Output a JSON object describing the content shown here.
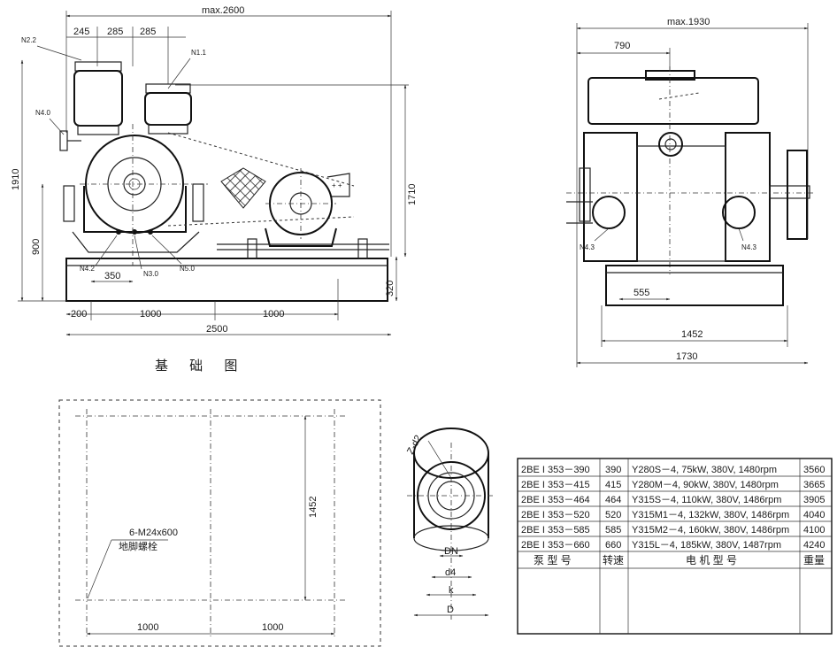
{
  "left_view": {
    "dim_overall_top": "max.2600",
    "dims_top": [
      "245",
      "285",
      "285"
    ],
    "dim_left_height": "1910",
    "dim_left_lower": "900",
    "dim_right_height": "1710",
    "dim_right_base": "320",
    "dim_inner": "350",
    "dims_bottom": [
      "200",
      "1000",
      "1000"
    ],
    "dim_total_bottom": "2500",
    "nozzles": [
      "N2.2",
      "N1.1",
      "N4.0",
      "N4.2",
      "N3.0",
      "N5.0"
    ]
  },
  "side_view": {
    "dim_overall_top": "max.1930",
    "dim_790": "790",
    "nozzles": [
      "N4.3",
      "N4.3"
    ],
    "dim_555": "555",
    "dim_1452": "1452",
    "dim_1730": "1730"
  },
  "foundation": {
    "title": "基 础 图",
    "bolt_spec": "6-M24x600",
    "bolt_label": "地脚螺栓",
    "dim_height": "1452",
    "dims_bottom": [
      "1000",
      "1000"
    ]
  },
  "flange": {
    "label_holes": "Z-d2",
    "labels": [
      "DN",
      "d4",
      "k",
      "D"
    ]
  },
  "spec_table": {
    "rows": [
      [
        "2BE I 353－390",
        "390",
        "Y280S－4, 75kW, 380V, 1480rpm",
        "3560"
      ],
      [
        "2BE I 353－415",
        "415",
        "Y280M－4, 90kW, 380V, 1480rpm",
        "3665"
      ],
      [
        "2BE I 353－464",
        "464",
        "Y315S－4, 110kW, 380V, 1486rpm",
        "3905"
      ],
      [
        "2BE I 353－520",
        "520",
        "Y315M1－4, 132kW, 380V, 1486rpm",
        "4040"
      ],
      [
        "2BE I 353－585",
        "585",
        "Y315M2－4, 160kW, 380V, 1486rpm",
        "4100"
      ],
      [
        "2BE I 353－660",
        "660",
        "Y315L－4, 185kW, 380V, 1487rpm",
        "4240"
      ]
    ],
    "header": [
      "泵 型 号",
      "转速",
      "电 机 型 号",
      "重量"
    ]
  }
}
